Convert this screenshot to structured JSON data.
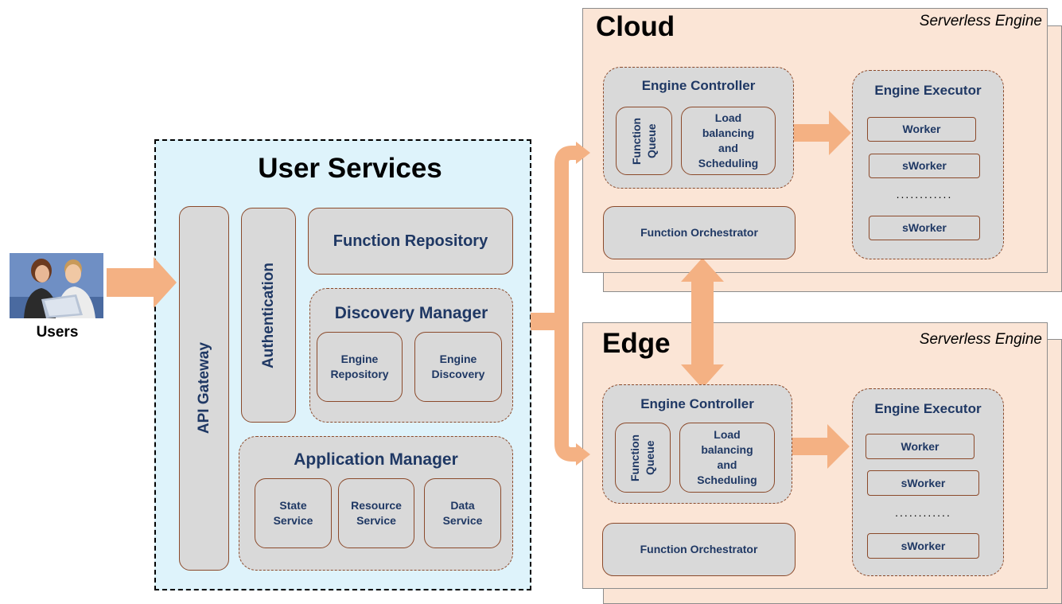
{
  "users": {
    "label": "Users"
  },
  "user_services": {
    "title": "User Services",
    "api_gateway": "API Gateway",
    "authentication": "Authentication",
    "function_repository": "Function Repository",
    "discovery_manager": {
      "title": "Discovery Manager",
      "engine_repository": "Engine Repository",
      "engine_discovery": "Engine Discovery"
    },
    "application_manager": {
      "title": "Application Manager",
      "state_service": "State Service",
      "resource_service": "Resource Service",
      "data_service": "Data Service"
    }
  },
  "cloud": {
    "title": "Cloud",
    "subtitle": "Serverless Engine",
    "engine_controller": {
      "title": "Engine Controller",
      "function_queue": "Function Queue",
      "load_balancing": "Load balancing and Scheduling"
    },
    "function_orchestrator": "Function Orchestrator",
    "engine_executor": {
      "title": "Engine Executor",
      "worker": "Worker",
      "sworker1": "sWorker",
      "dots": "............",
      "sworker2": "sWorker"
    }
  },
  "edge": {
    "title": "Edge",
    "subtitle": "Serverless Engine",
    "engine_controller": {
      "title": "Engine Controller",
      "function_queue": "Function Queue",
      "load_balancing": "Load balancing and Scheduling"
    },
    "function_orchestrator": "Function Orchestrator",
    "engine_executor": {
      "title": "Engine Executor",
      "worker": "Worker",
      "sworker1": "sWorker",
      "dots": "............",
      "sworker2": "sWorker"
    }
  },
  "colors": {
    "arrow": "#f4b183",
    "engine_background": "#fbe5d6",
    "user_services_background": "#def3fb",
    "component_fill": "#d9d9d9",
    "component_border": "#8b4a2b",
    "component_text": "#1f3864"
  },
  "icons": {
    "users_image": "users-illustration"
  }
}
